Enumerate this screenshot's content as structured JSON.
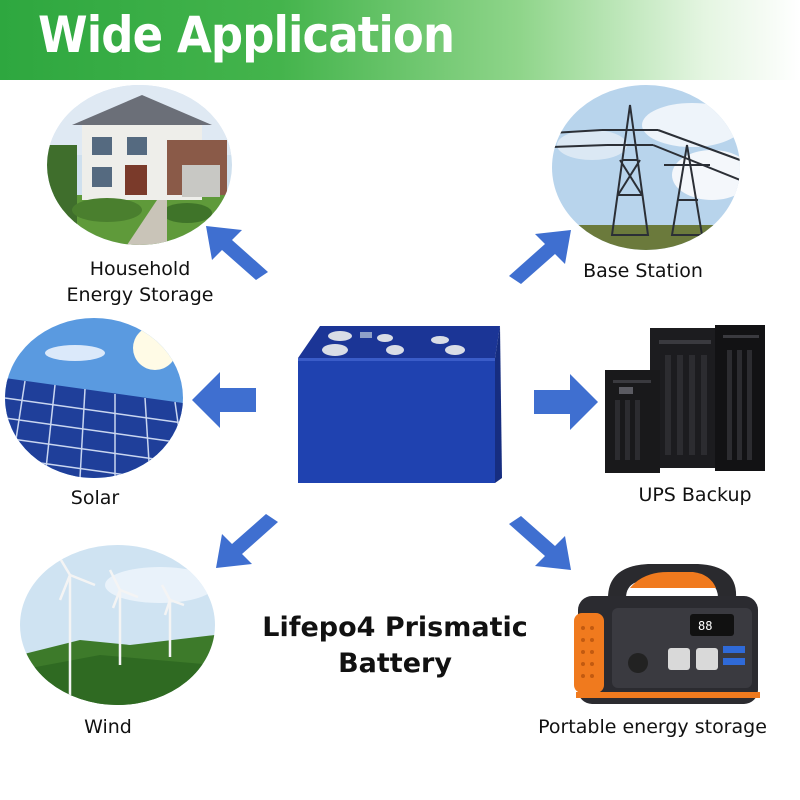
{
  "header": {
    "title": "Wide Application"
  },
  "product": {
    "name_line1": "Lifepo4 Prismatic",
    "name_line2": "Battery"
  },
  "applications": {
    "household": {
      "line1": "Household",
      "line2": "Energy Storage"
    },
    "base_station": {
      "label": "Base Station"
    },
    "solar": {
      "label": "Solar"
    },
    "ups": {
      "label": "UPS Backup"
    },
    "wind": {
      "label": "Wind"
    },
    "portable": {
      "label": "Portable energy storage"
    }
  },
  "colors": {
    "arrow": "#3f6fd0",
    "battery": "#1e3fa8",
    "banner": "#2ea73f",
    "accent_orange": "#f07a1e"
  },
  "icons": [
    "arrow-up-left-icon",
    "arrow-up-right-icon",
    "arrow-left-icon",
    "arrow-right-icon",
    "arrow-down-left-icon",
    "arrow-down-right-icon"
  ]
}
